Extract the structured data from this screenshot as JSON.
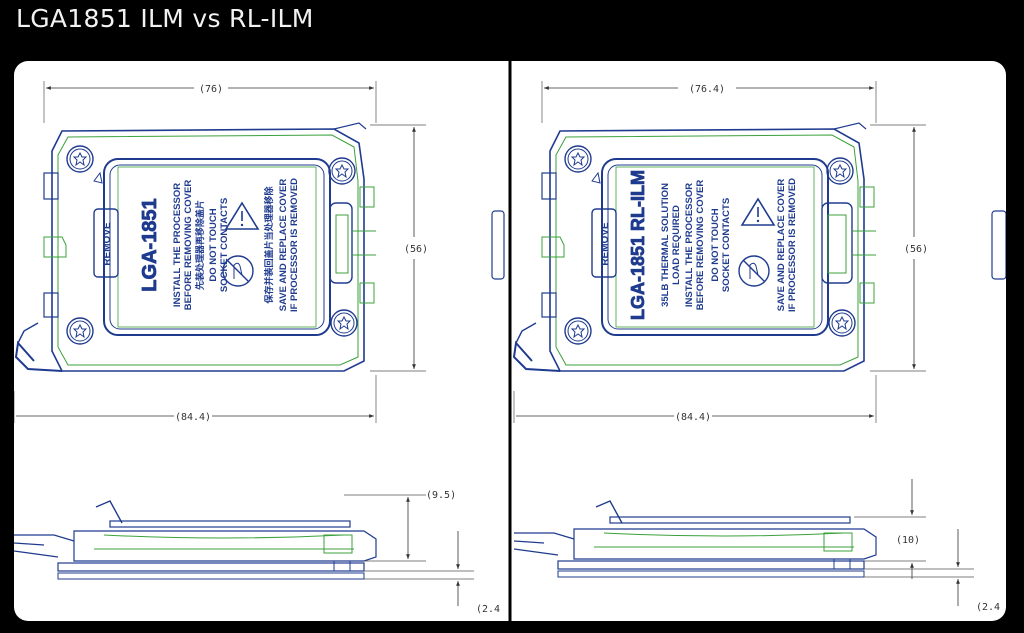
{
  "title": "LGA1851 ILM vs RL-ILM",
  "left": {
    "dims": {
      "top_width": "(76)",
      "height": "(56)",
      "overall_width": "(84.4)",
      "profile_height": "(9.5)",
      "base_thickness": "(2.4"
    },
    "labels": {
      "remove": "REMOVE",
      "model": "LGA-1851",
      "line1": "INSTALL THE PROCESSOR",
      "line2": "BEFORE REMOVING COVER",
      "cn1": "先装处理器再移除盖片",
      "line3": "DO NOT TOUCH",
      "line4": "SOCKET CONTACTS",
      "cn2": "保存并装回盖片当处理器移除",
      "line5": "SAVE AND REPLACE COVER",
      "line6": "IF PROCESSOR IS REMOVED"
    }
  },
  "right": {
    "dims": {
      "top_width": "(76.4)",
      "height": "(56)",
      "overall_width": "(84.4)",
      "profile_height": "(10)",
      "base_thickness": "(2.4"
    },
    "labels": {
      "remove": "REMOVE",
      "model": "LGA-1851 RL-ILM",
      "line0a": "35LB THERMAL SOLUTION",
      "line0b": "LOAD REQUIRED",
      "line1": "INSTALL THE PROCESSOR",
      "line2": "BEFORE REMOVING COVER",
      "line3": "DO NOT TOUCH",
      "line4": "SOCKET CONTACTS",
      "line5": "SAVE AND REPLACE COVER",
      "line6": "IF PROCESSOR IS REMOVED"
    }
  }
}
